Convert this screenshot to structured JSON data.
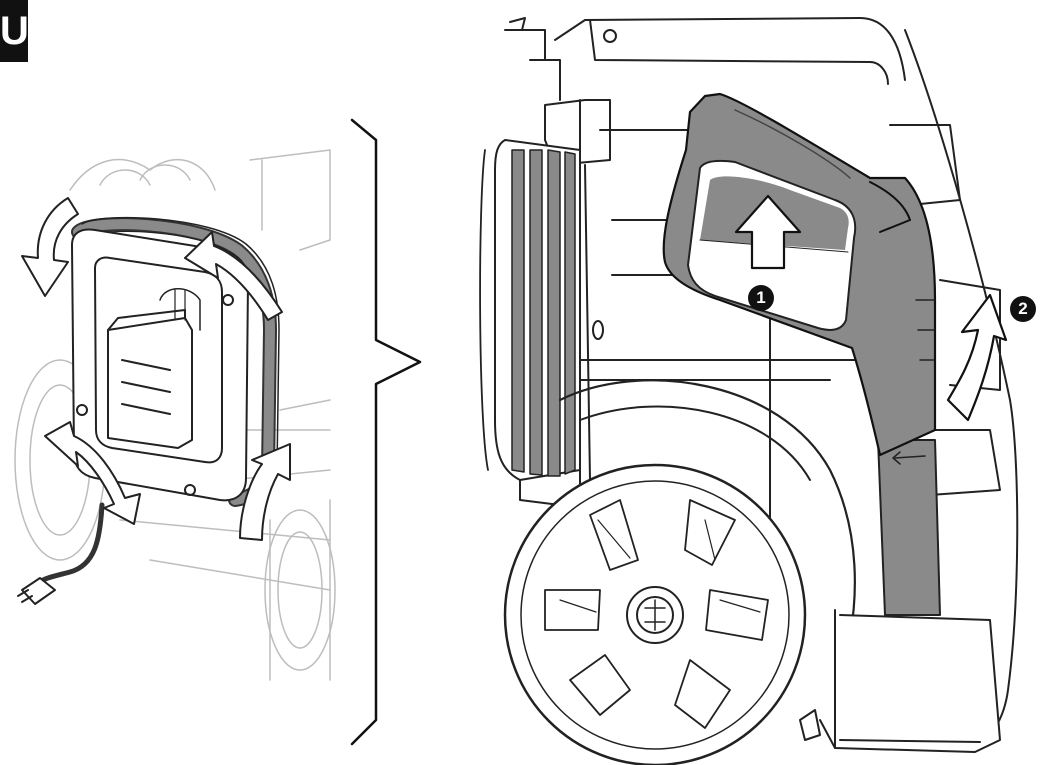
{
  "step_label": "U",
  "callouts": [
    "1",
    "2"
  ],
  "icons": [
    "rotate-arrow-icon",
    "up-arrow-icon",
    "curved-up-arrow-icon",
    "brace-icon"
  ],
  "colors": {
    "line": "#222222",
    "hose_fill": "#8a8a8a",
    "arrow_fill": "#ffffff",
    "badge": "#111111"
  }
}
